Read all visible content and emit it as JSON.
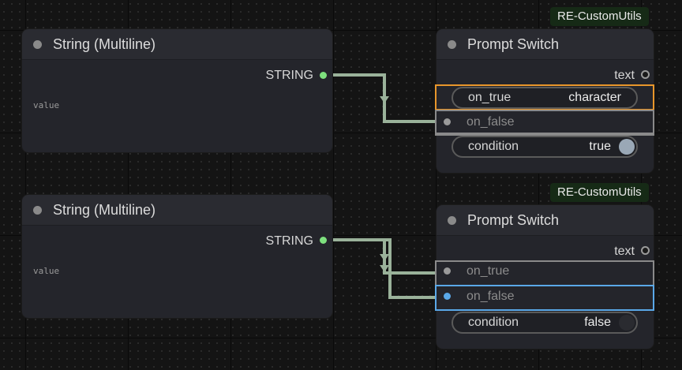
{
  "colors": {
    "wire": "#9ab29a",
    "string_socket": "#7ee07e",
    "text_socket": "#9a9a9a",
    "input_socket_idle": "#9a9a9a",
    "input_socket_active": "#5aa8e8",
    "selection_orange": "#e8962b",
    "selection_blue": "#5aa8e8",
    "badge_bg": "#162a16"
  },
  "string_nodes": [
    {
      "title": "String (Multiline)",
      "output_label": "STRING",
      "widget_label": "value"
    },
    {
      "title": "String (Multiline)",
      "output_label": "STRING",
      "widget_label": "value"
    }
  ],
  "switch_nodes": [
    {
      "badge": "RE-CustomUtils",
      "title": "Prompt Switch",
      "output_label": "text",
      "on_true": {
        "label": "on_true",
        "value": "character"
      },
      "on_false": {
        "label": "on_false"
      },
      "condition": {
        "label": "condition",
        "value": "true"
      }
    },
    {
      "badge": "RE-CustomUtils",
      "title": "Prompt Switch",
      "output_label": "text",
      "on_true": {
        "label": "on_true"
      },
      "on_false": {
        "label": "on_false"
      },
      "condition": {
        "label": "condition",
        "value": "false"
      }
    }
  ]
}
